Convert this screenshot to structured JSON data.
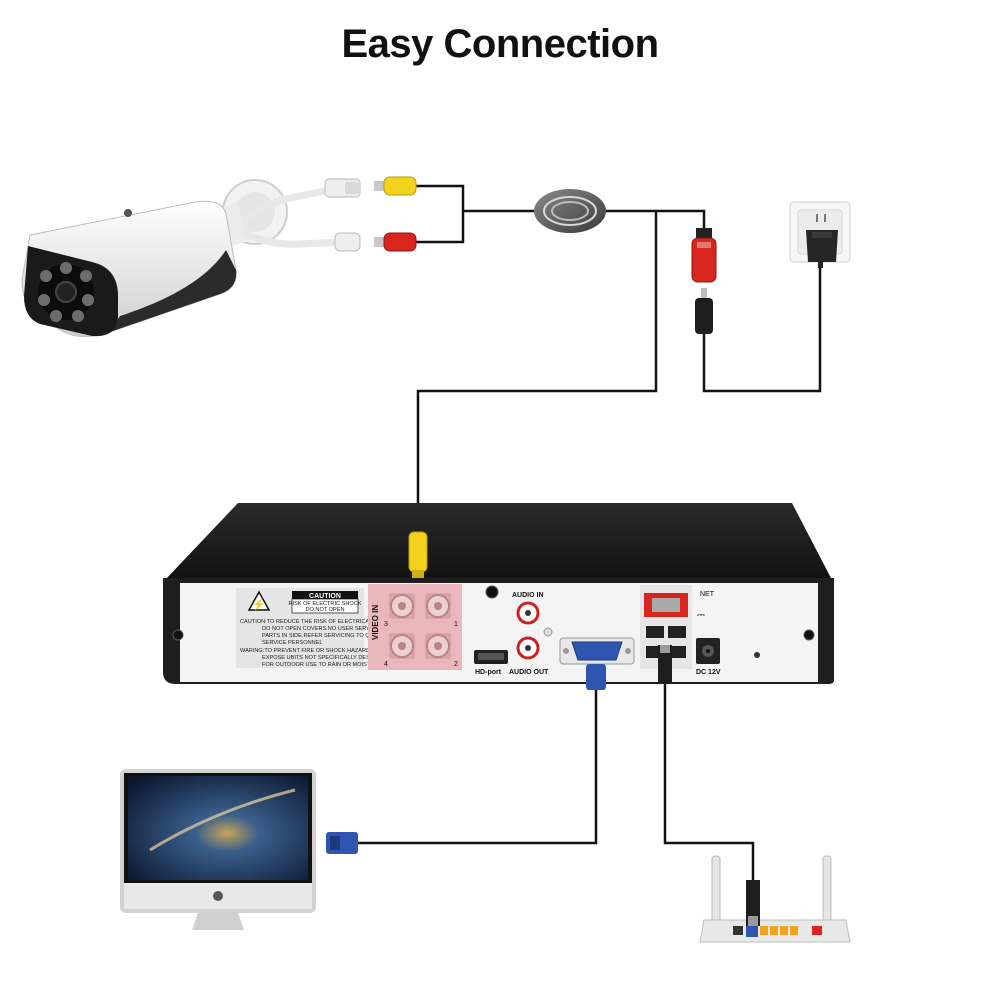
{
  "title": "Easy Connection",
  "dvr": {
    "labels": {
      "video_in": "VIDEO IN",
      "audio_in": "AUDIO IN",
      "audio_out": "AUDIO OUT",
      "hd_port": "HD-port",
      "net": "NET",
      "dc_12v": "DC 12V"
    },
    "video_channels": [
      "3",
      "1",
      "4",
      "2"
    ],
    "caution": {
      "heading": "CAUTION",
      "box_line1": "RISK OF ELECTRIC SHOCK",
      "box_line2": "DO NOT OPEN",
      "lines": [
        "CAUTION:TO REDUCE THE RISK OF ELECTRICAL SHOCK.",
        "DO NOT OPEN COVERS.NO USER SERVICEABLE",
        "PARTS IN SIDE.REFER SERVICING TO QUALIFIED",
        "SERVICE PERSONNEL",
        "WARING:TO PREVENT FIRE OR SHOCK HAZARD, DO NOT",
        "EXPOSE UBITS NOT SPECIFICALLY DESIGNED",
        "FOR OUTDOOR USE TO RAIN OR MOISTURE"
      ]
    }
  },
  "colors": {
    "wire": "#111111",
    "rca_yellow": "#f2d21a",
    "rca_red": "#d8261f",
    "vga_blue": "#2f55b0",
    "video_panel": "#e9b7bc",
    "chassis": "#1e1e1e",
    "panel": "#f4f4f4"
  },
  "icons": {
    "camera": "bullet-camera-icon",
    "monitor": "monitor-icon",
    "router": "wifi-router-icon",
    "adapter": "power-adapter-icon"
  }
}
